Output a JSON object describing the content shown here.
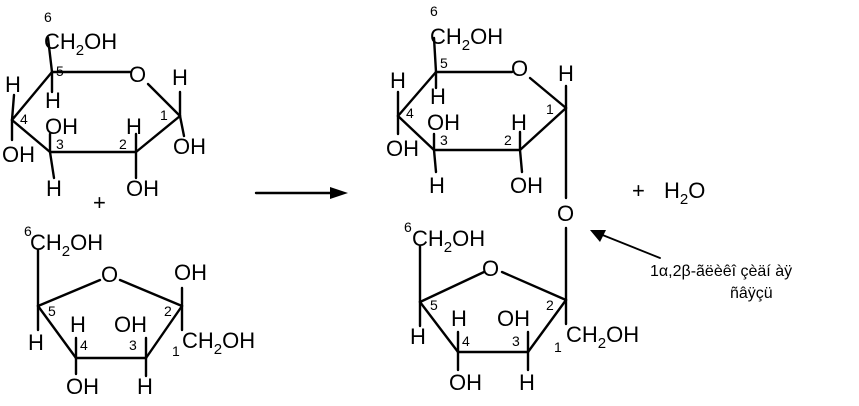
{
  "labels": {
    "o": "O",
    "oh": "OH",
    "h": "H",
    "ch": "CH",
    "two": "2",
    "n1": "1",
    "n2": "2",
    "n3": "3",
    "n4": "4",
    "n5": "5",
    "n6": "6",
    "plus": "+",
    "water_h": "H",
    "water_o": "O"
  },
  "note": {
    "line1": "1α,2β-ãëèêî çèäí àÿ",
    "line2": "ñâÿçü"
  }
}
